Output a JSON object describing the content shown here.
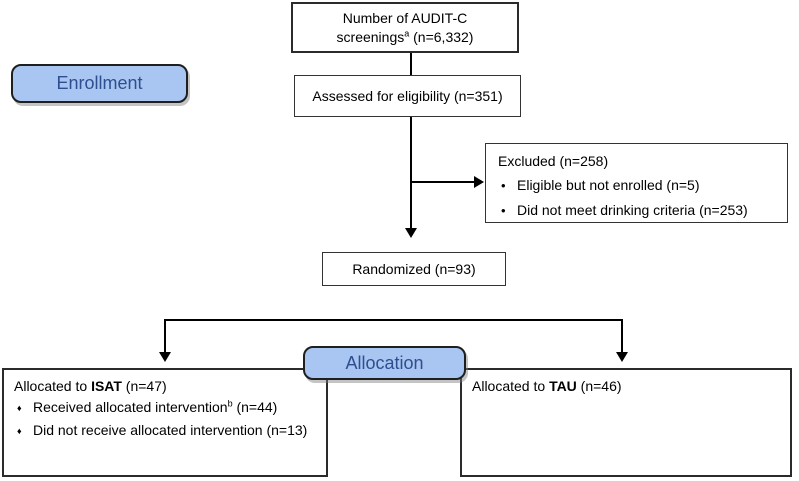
{
  "diagram": {
    "enrollment_label": "Enrollment",
    "allocation_label": "Allocation",
    "screenings": {
      "line1": "Number of AUDIT-C",
      "line2_pre": "screenings",
      "line2_sup": "a",
      "line2_post": " (n=6,332)"
    },
    "assessed": {
      "text": "Assessed for eligibility (n=351)"
    },
    "excluded": {
      "title": "Excluded (n=258)",
      "bullet_char": "•",
      "bullets": [
        "Eligible but not enrolled (n=5)",
        "Did not meet drinking criteria (n=253)"
      ]
    },
    "randomized": {
      "text": "Randomized (n=93)"
    },
    "isat": {
      "title_pre": "Allocated to ",
      "title_bold": "ISAT",
      "title_post": " (n=47)",
      "bullet_char": "♦",
      "bullet1_pre": "Received allocated intervention",
      "bullet1_sup": "b",
      "bullet1_post": " (n=44)",
      "bullet2": "Did not receive allocated intervention (n=13)"
    },
    "tau": {
      "title_pre": "Allocated to ",
      "title_bold": "TAU",
      "title_post": " (n=46)"
    }
  },
  "colors": {
    "label_fill": "#a9c6f2",
    "label_text": "#2f4e8f",
    "box_border": "#333333",
    "line": "#000000"
  }
}
